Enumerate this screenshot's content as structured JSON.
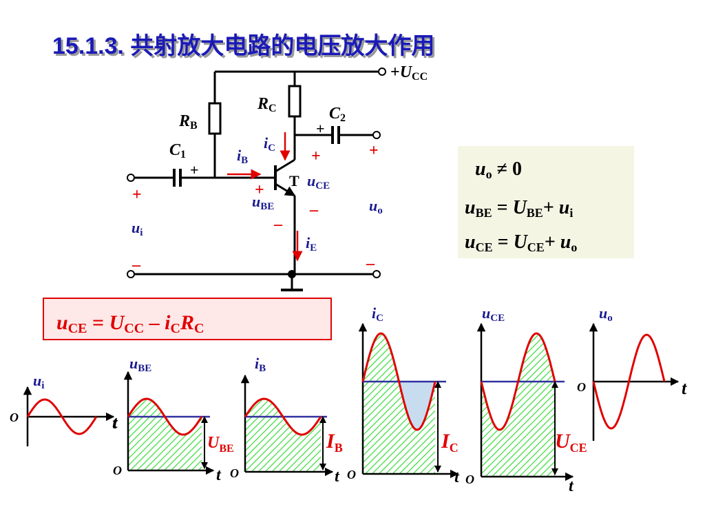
{
  "title": "15.1.3.  共射放大电路的电压放大作用",
  "colors": {
    "title": "#1a1ab8",
    "label_blue": "#1a1a90",
    "signal_red": "#e00000",
    "dc_line": "#3030a0",
    "hatch_green": "#3cdc3c",
    "formula_box_fill": "#ffe8e8",
    "formula_box_border": "#e00000",
    "info_box_fill": "#f5f5e4",
    "cutout_blue": "#c8dcf0"
  },
  "circuit": {
    "supply": {
      "sign": "+",
      "letter": "U",
      "sub": "CC"
    },
    "rb": {
      "letter": "R",
      "sub": "B"
    },
    "rc": {
      "letter": "R",
      "sub": "C"
    },
    "c1": {
      "letter": "C",
      "sub": "1",
      "polarity": "+"
    },
    "c2": {
      "letter": "C",
      "sub": "2",
      "polarity": "+"
    },
    "transistor": "T",
    "ib": {
      "letter": "i",
      "sub": "B"
    },
    "ic": {
      "letter": "i",
      "sub": "C"
    },
    "ie": {
      "letter": "i",
      "sub": "E"
    },
    "ube": {
      "letter": "u",
      "sub": "BE"
    },
    "uce": {
      "letter": "u",
      "sub": "CE"
    },
    "ui": {
      "letter": "u",
      "sub": "i"
    },
    "uo": {
      "letter": "u",
      "sub": "o"
    },
    "plus": "+",
    "minus": "–"
  },
  "info_box": {
    "line1": {
      "a": "u",
      "a_sub": "o",
      "op": " ≠ 0"
    },
    "line2": {
      "a": "u",
      "a_sub": "BE",
      "eq": " = ",
      "b": "U",
      "b_sub": "BE",
      "plus": "+ ",
      "c": "u",
      "c_sub": "i"
    },
    "line3": {
      "a": "u",
      "a_sub": "CE",
      "eq": " = ",
      "b": "U",
      "b_sub": "CE",
      "plus": "+ ",
      "c": "u",
      "c_sub": "o"
    }
  },
  "formula": {
    "a": "u",
    "a_sub": "CE",
    "eq": " = ",
    "b": "U",
    "b_sub": "CC",
    "minus": " – ",
    "c": "i",
    "c_sub": "C",
    "d": "R",
    "d_sub": "C"
  },
  "waveforms": {
    "origin": "O",
    "time": "t",
    "ui": {
      "letter": "u",
      "sub": "i"
    },
    "ube": {
      "letter": "u",
      "sub": "BE",
      "dc_letter": "U",
      "dc_sub": "BE"
    },
    "ib": {
      "letter": "i",
      "sub": "B",
      "dc_letter": "I",
      "dc_sub": "B"
    },
    "ic": {
      "letter": "i",
      "sub": "C",
      "dc_letter": "I",
      "dc_sub": "C"
    },
    "uce": {
      "letter": "u",
      "sub": "CE",
      "dc_letter": "U",
      "dc_sub": "CE"
    },
    "uo": {
      "letter": "u",
      "sub": "o"
    }
  }
}
